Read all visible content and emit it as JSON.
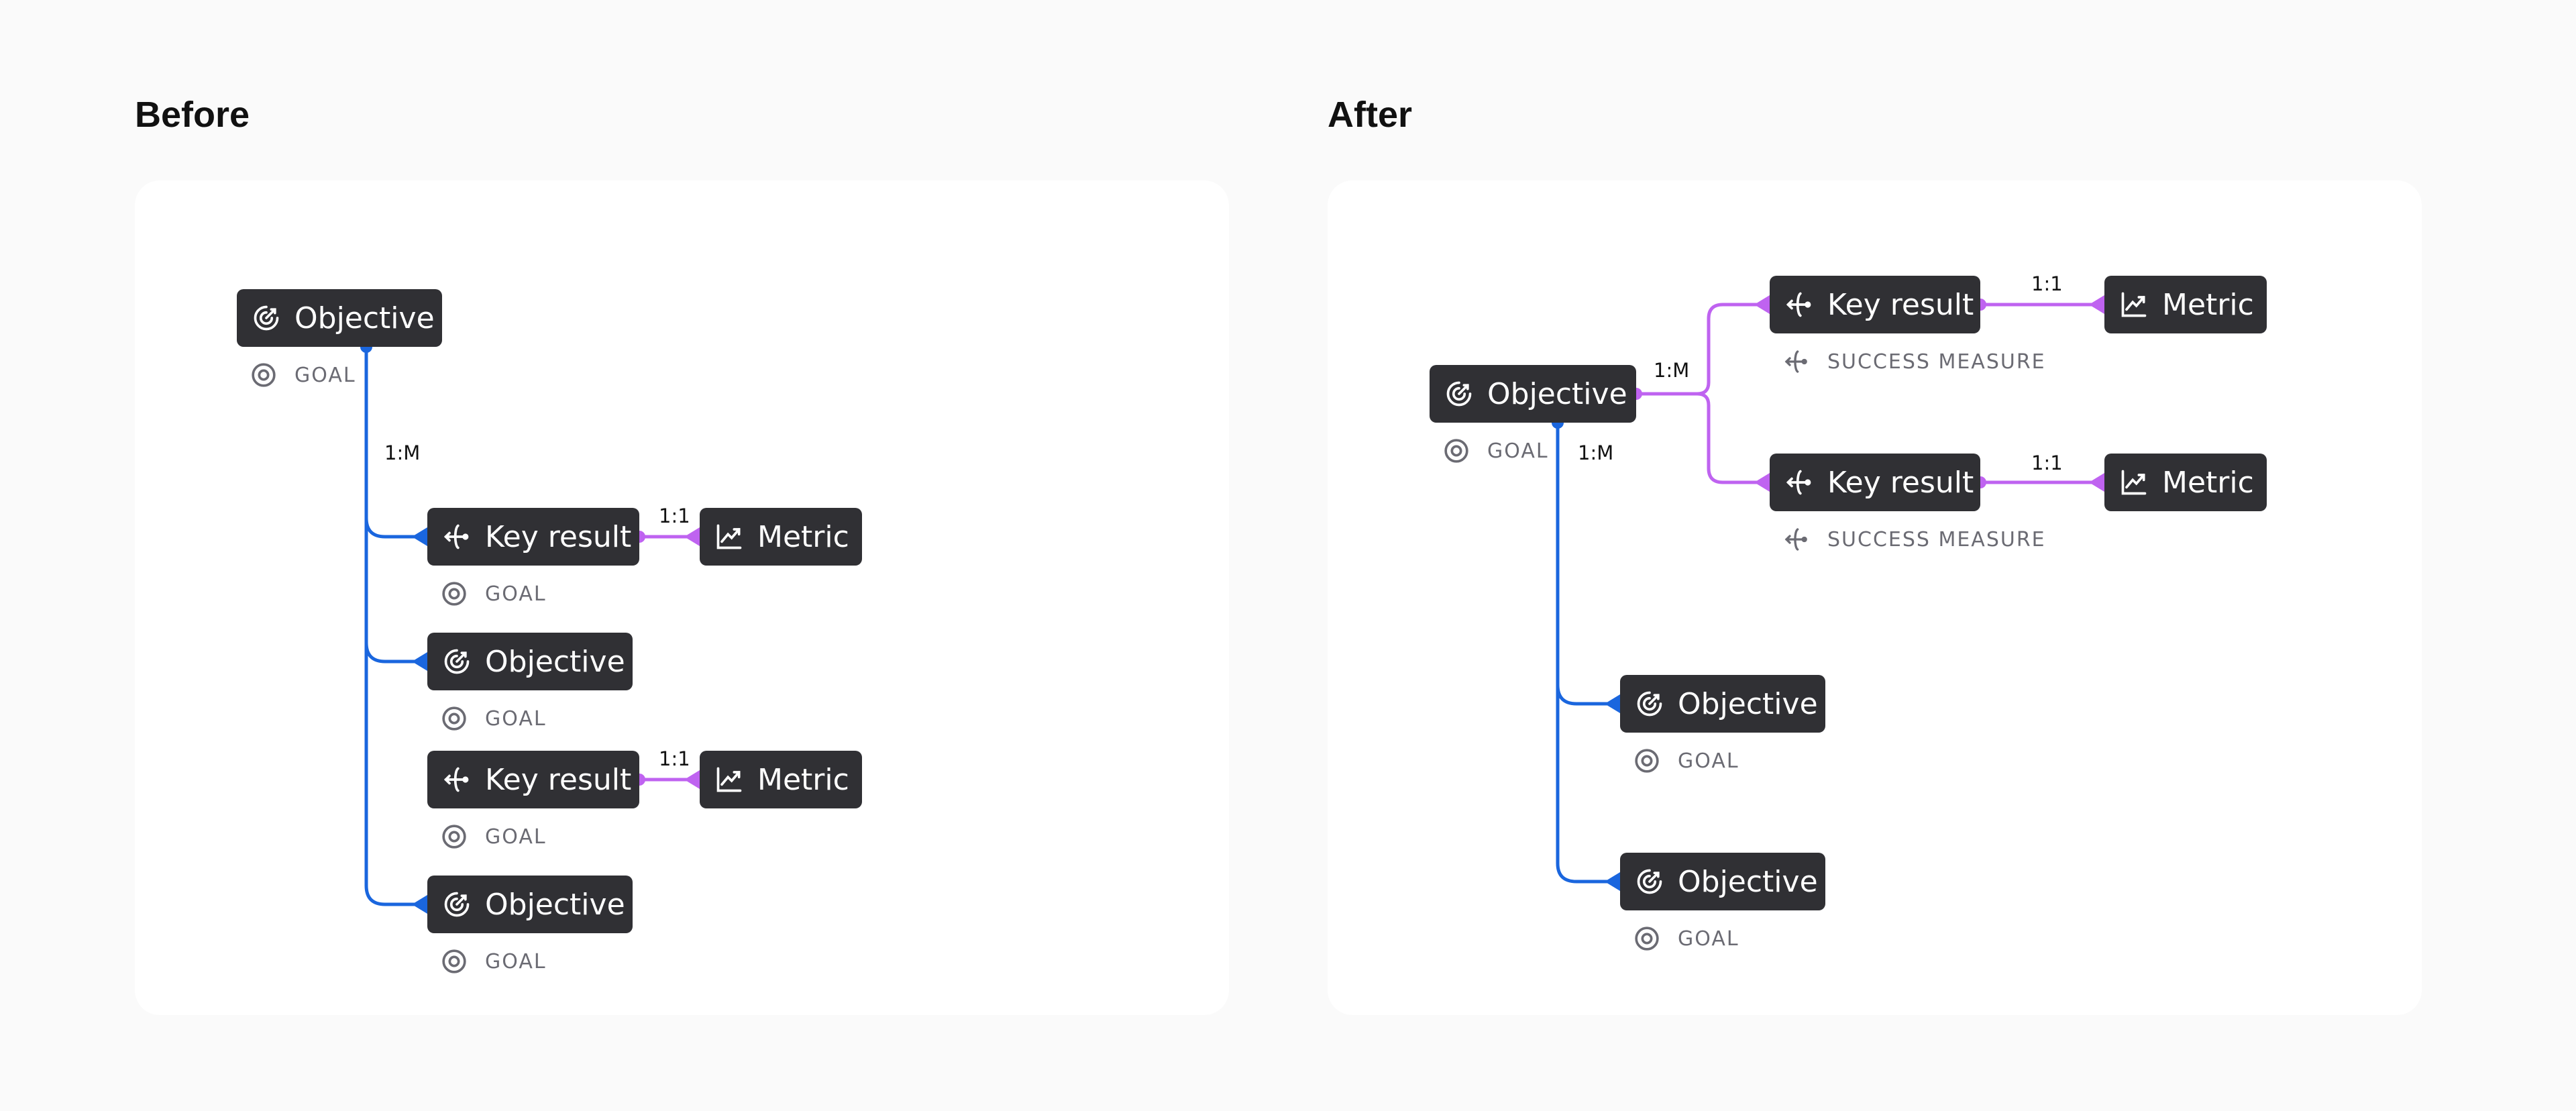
{
  "before": {
    "title": "Before",
    "nodes": [
      {
        "label": "Objective",
        "icon": "objective-target-arrow-icon",
        "sub": "GOAL",
        "sub_icon": "goal-target-icon"
      },
      {
        "label": "Key result",
        "icon": "key-result-arrows-icon",
        "sub": "GOAL",
        "sub_icon": "goal-target-icon"
      },
      {
        "label": "Metric",
        "icon": "chart-line-icon"
      },
      {
        "label": "Objective",
        "icon": "objective-target-arrow-icon",
        "sub": "GOAL",
        "sub_icon": "goal-target-icon"
      },
      {
        "label": "Key result",
        "icon": "key-result-arrows-icon",
        "sub": "GOAL",
        "sub_icon": "goal-target-icon"
      },
      {
        "label": "Metric",
        "icon": "chart-line-icon"
      },
      {
        "label": "Objective",
        "icon": "objective-target-arrow-icon",
        "sub": "GOAL",
        "sub_icon": "goal-target-icon"
      }
    ],
    "cardinalities": [
      "1:M",
      "1:1",
      "1:1"
    ]
  },
  "after": {
    "title": "After",
    "nodes": [
      {
        "label": "Objective",
        "icon": "objective-target-arrow-icon",
        "sub": "GOAL",
        "sub_icon": "goal-target-icon"
      },
      {
        "label": "Key result",
        "icon": "key-result-arrows-icon",
        "sub": "SUCCESS MEASURE",
        "sub_icon": "key-result-arrows-icon"
      },
      {
        "label": "Metric",
        "icon": "chart-line-icon"
      },
      {
        "label": "Key result",
        "icon": "key-result-arrows-icon",
        "sub": "SUCCESS MEASURE",
        "sub_icon": "key-result-arrows-icon"
      },
      {
        "label": "Metric",
        "icon": "chart-line-icon"
      },
      {
        "label": "Objective",
        "icon": "objective-target-arrow-icon",
        "sub": "GOAL",
        "sub_icon": "goal-target-icon"
      },
      {
        "label": "Objective",
        "icon": "objective-target-arrow-icon",
        "sub": "GOAL",
        "sub_icon": "goal-target-icon"
      }
    ],
    "cardinalities": [
      "1:M",
      "1:M",
      "1:1",
      "1:1"
    ]
  },
  "colors": {
    "hierarchy": "#1a66de",
    "measure": "#bf63f0",
    "node": "#303034",
    "sublabel": "#6b6b73"
  }
}
